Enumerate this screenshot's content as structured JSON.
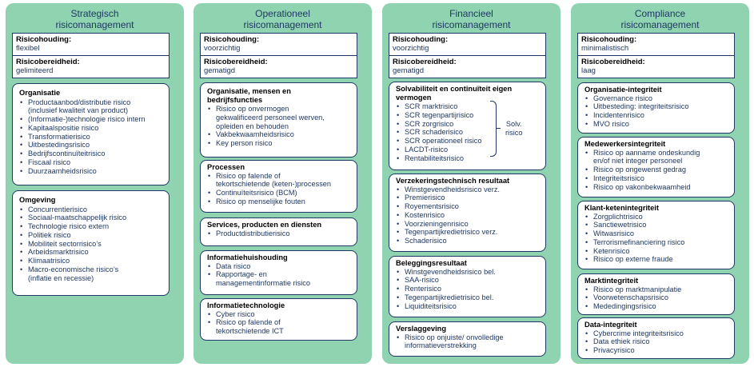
{
  "columns": [
    {
      "title": "Strategisch\nrisicomanagement",
      "risicohouding_label": "Risicohouding:",
      "risicohouding_value": "flexibel",
      "risicobereidheid_label": "Risicobereidheid:",
      "risicobereidheid_value": "gelimiteerd",
      "boxes": [
        {
          "title": "Organisatie",
          "items": [
            "Productaanbod/distributie risico\n(inclusief kwaliteit van product)",
            "(Informatie-)technologie risico intern",
            "Kapitaalspositie risico",
            "Transformatierisico",
            "Uitbestedingsrisico",
            "Bedrijfscontinuïteitrisico",
            "Fiscaal risico",
            "Duurzaamheidsrisico"
          ]
        },
        {
          "title": "Omgeving",
          "items": [
            "Concurrentierisico",
            "Sociaal-maatschappelijk risico",
            "Technologie risico extern",
            "Politiek risico",
            "Mobiliteit sectorrisico’s",
            "Arbeidsmarktrisico",
            "Klimaatrisico",
            "Macro-economische risico’s\n(inflatie en recessie)"
          ]
        }
      ]
    },
    {
      "title": "Operationeel\nrisicomanagement",
      "risicohouding_label": "Risicohouding:",
      "risicohouding_value": "voorzichtig",
      "risicobereidheid_label": "Risicobereidheid:",
      "risicobereidheid_value": "gematigd",
      "boxes": [
        {
          "title": "Organisatie, mensen en\nbedrijfsfuncties",
          "items": [
            "Risico op onvermogen\ngekwalificeerd personeel werven,\nopleiden en behouden",
            "Vakbekwaamheidsrisico",
            "Key person risico"
          ]
        },
        {
          "title": "Processen",
          "items": [
            "Risico op falende of\ntekortschietende (keten-)processen",
            "Continuïteitsrisico (BCM)",
            "Risico op menselijke fouten"
          ]
        },
        {
          "title": "Services, producten en diensten",
          "items": [
            "Productdistributierisico"
          ]
        },
        {
          "title": "Informatiehuishouding",
          "items": [
            "Data risico",
            "Rapportage- en\nmanagementinformatie risico"
          ]
        },
        {
          "title": "Informatietechnologie",
          "items": [
            "Cyber risico",
            "Risico op falende of\ntekortschietende ICT"
          ]
        }
      ]
    },
    {
      "title": "Financieel\nrisicomanagement",
      "risicohouding_label": "Risicohouding:",
      "risicohouding_value": "voorzichtig",
      "risicobereidheid_label": "Risicobereidheid:",
      "risicobereidheid_value": "gematigd",
      "solv_label": "Solv.\nrisico",
      "boxes": [
        {
          "title": "Solvabiliteit en continuïteit eigen\nvermogen",
          "items": [
            "SCR marktrisico",
            "SCR tegenpartijrisico",
            "SCR zorgrisico",
            "SCR schaderisico",
            "SCR operationeel risico",
            "LACDT-risico",
            "Rentabiliteitsrisico"
          ]
        },
        {
          "title": "Verzekeringstechnisch resultaat",
          "items": [
            "Winstgevendheidsrisico verz.",
            "Premierisico",
            "Royementsrisico",
            "Kostenrisico",
            "Voorzieningenrisico",
            "Tegenpartijkredietrisico verz.",
            "Schaderisico"
          ]
        },
        {
          "title": "Beleggingsresultaat",
          "items": [
            "Winstgevendheidsrisico bel.",
            "SAA-risico",
            "Renterisico",
            "Tegenpartijkredietrisico bel.",
            "Liquiditeitsrisico"
          ]
        },
        {
          "title": "Verslaggeving",
          "items": [
            "Risico op onjuiste/ onvolledige\ninformatieverstrekking"
          ]
        }
      ]
    },
    {
      "title": "Compliance\nrisicomanagement",
      "risicohouding_label": "Risicohouding:",
      "risicohouding_value": "minimalistisch",
      "risicobereidheid_label": "Risicobereidheid:",
      "risicobereidheid_value": "laag",
      "boxes": [
        {
          "title": "Organisatie-integriteit",
          "items": [
            "Governance risico",
            "Uitbesteding: integriteitsrisico",
            "Incidentenrisico",
            "MVO risico"
          ]
        },
        {
          "title": "Medewerkersintegriteit",
          "items": [
            "Risico op aanname ondeskundig\nen/of niet integer personeel",
            "Risico op ongewenst gedrag",
            "Integriteitsrisico",
            "Risico op vakonbekwaamheid"
          ]
        },
        {
          "title": "Klant-ketenintegriteit",
          "items": [
            "Zorgplichtrisico",
            "Sanctiewetrisico",
            "Witwasrisico",
            "Terrorismefinanciering risico",
            "Ketenrisico",
            "Risico op externe fraude"
          ]
        },
        {
          "title": "Marktintegriteit",
          "items": [
            "Risico op marktmanipulatie",
            "Voorwetenschapsrisico",
            "Mededingingsrisico"
          ]
        },
        {
          "title": "Data-integriteit",
          "items": [
            "Cybercrime integriteitsrisico",
            "Data ethiek risico",
            "Privacyrisico"
          ]
        }
      ]
    }
  ]
}
